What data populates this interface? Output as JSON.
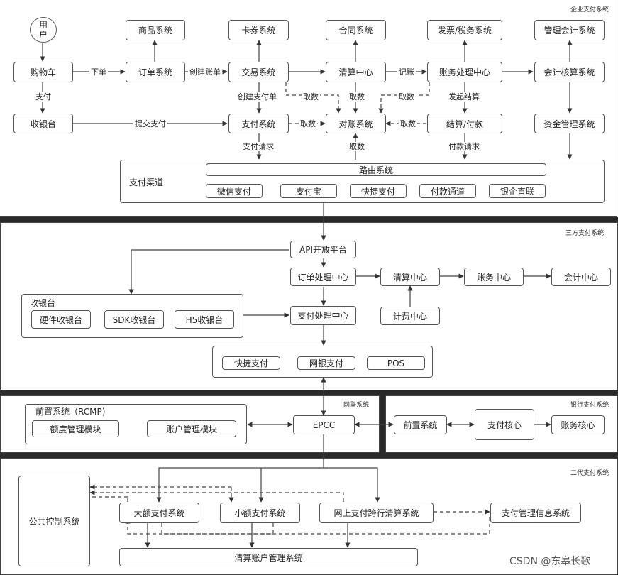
{
  "sections": {
    "enterprise": "企业支付系统",
    "thirdparty": "三方支付系统",
    "unionpay": "网联系统",
    "bank": "银行支付系统",
    "cnaps2": "二代支付系统"
  },
  "enterprise": {
    "user": "用户",
    "cart": "购物车",
    "cashier": "收银台",
    "goods": "商品系统",
    "order": "订单系统",
    "coupon": "卡券系统",
    "trade": "交易系统",
    "payment": "支付系统",
    "contract": "合同系统",
    "clearing": "清算中心",
    "reconcile": "对账系统",
    "invoice": "发票/税务系统",
    "accounting_proc": "账务处理中心",
    "settlement": "结算/付款",
    "mgmt_accounting": "管理会计系统",
    "accounting_calc": "会计核算系统",
    "funds": "资金管理系统",
    "channel_group": "支付渠道",
    "router": "路由系统",
    "channels": [
      "微信支付",
      "支付宝",
      "快捷支付",
      "付款通道",
      "银企直联"
    ]
  },
  "edge_labels": {
    "place_order": "下单",
    "create_bill": "创建账单",
    "book": "记账",
    "pay": "支付",
    "submit_pay": "提交支付",
    "create_pay_order": "创建支付单",
    "fetch_1": "取数",
    "fetch_2": "取数",
    "fetch_3": "取数",
    "fetch_4": "取数",
    "fetch_5": "取数",
    "fetch_6": "取数",
    "initiate_settle": "发起结算",
    "pay_request": "支付请求",
    "payout_request": "付款请求"
  },
  "thirdparty": {
    "api": "API开放平台",
    "order_center": "订单处理中心",
    "clearing": "清算中心",
    "account_center": "账务中心",
    "accounting_center": "会计中心",
    "cashier_group": "收银台",
    "cashiers": [
      "硬件收银台",
      "SDK收银台",
      "H5收银台"
    ],
    "pay_center": "支付处理中心",
    "fee_center": "计费中心",
    "methods": [
      "快捷支付",
      "网银支付",
      "POS"
    ]
  },
  "unionpay": {
    "rcmp_group": "前置系统（RCMP)",
    "quota": "额度管理模块",
    "account_mgmt": "账户管理模块",
    "epcc": "EPCC"
  },
  "bank": {
    "front": "前置系统",
    "core": "支付核心",
    "account_core": "账务核心"
  },
  "cnaps2": {
    "public_control": "公共控制系统",
    "hvps": "大额支付系统",
    "beps": "小额支付系统",
    "ibps": "网上支付跨行清算系统",
    "pmis": "支付管理信息系统",
    "settlement_account": "清算账户管理系统"
  },
  "watermark": "CSDN @东皋长歌"
}
